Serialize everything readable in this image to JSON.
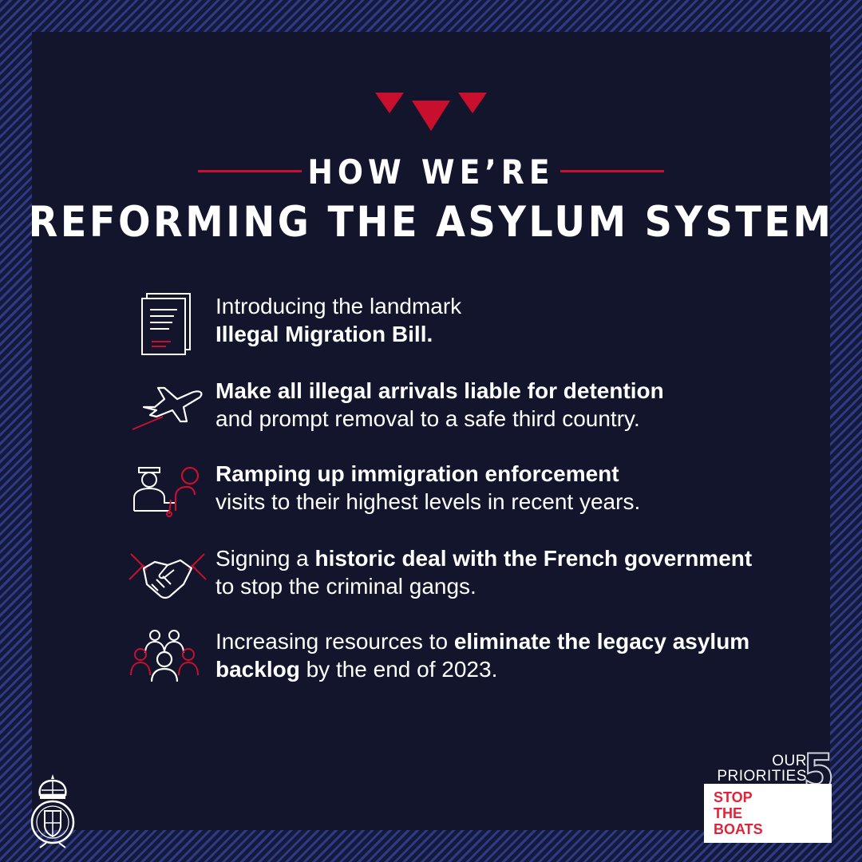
{
  "header": {
    "line1": "HOW WE’RE",
    "line2": "REFORMING THE ASYLUM SYSTEM"
  },
  "items": [
    {
      "icon": "document-icon",
      "text_before": "Introducing the landmark",
      "bold": "Illegal Migration Bill.",
      "text_after": ""
    },
    {
      "icon": "airplane-icon",
      "text_before": "",
      "bold": "Make all illegal arrivals liable for detention",
      "text_after": "and prompt removal to a safe third country."
    },
    {
      "icon": "enforcement-officer-icon",
      "text_before": "",
      "bold": "Ramping up immigration enforcement",
      "text_after": "visits to their highest levels in recent years."
    },
    {
      "icon": "handshake-icon",
      "text_before": "Signing a ",
      "bold": "historic deal with the French government",
      "text_after": " to stop the criminal gangs."
    },
    {
      "icon": "people-group-icon",
      "text_before": "Increasing resources to ",
      "bold": "eliminate the legacy asylum backlog",
      "text_after": " by the end of 2023."
    }
  ],
  "badge": {
    "our": "OUR",
    "priorities": "PRIORITIES",
    "number": "5",
    "stop": "STOP",
    "the": "THE",
    "boats": "BOATS"
  },
  "colors": {
    "background": "#12152b",
    "accent_red": "#c8102e",
    "border_stripe": "#2d3a86",
    "text": "#ffffff"
  }
}
